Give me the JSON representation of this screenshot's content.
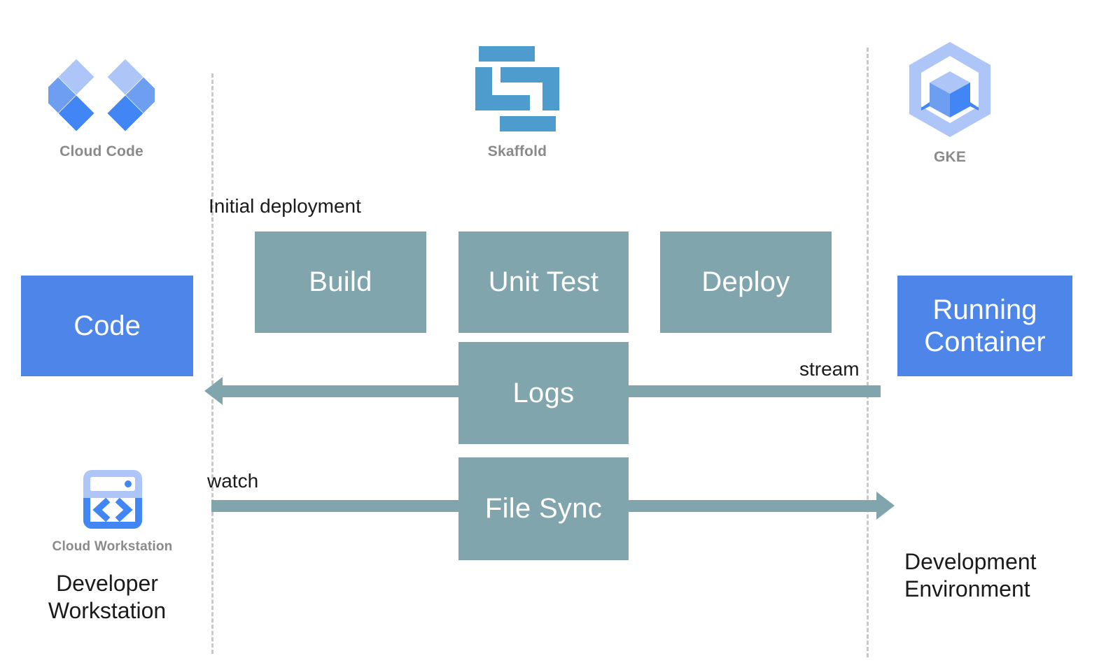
{
  "diagram": {
    "title": "Skaffold development loop with Cloud Code, Cloud Workstation and GKE",
    "colors": {
      "stage_fill": "#80a5ad",
      "endpoint_fill": "#4d86e8",
      "divider": "#c9c9c9",
      "logo_blue": "#4d86e8",
      "logo_blue_light": "#aec6f7",
      "skaffold_blue": "#4d9ccd",
      "caption_gray": "#8a8a8a",
      "text_dark": "#1b1b1b",
      "background": "#ffffff"
    }
  },
  "logos": [
    {
      "name": "Cloud Code",
      "icon": "cloud-code-icon"
    },
    {
      "name": "Skaffold",
      "icon": "skaffold-icon"
    },
    {
      "name": "GKE",
      "icon": "gke-icon"
    },
    {
      "name": "Cloud Workstation",
      "icon": "cloud-workstation-icon"
    }
  ],
  "endpoints": {
    "code": "Code",
    "running_container": "Running\nContainer"
  },
  "stages": {
    "build": "Build",
    "unit_test": "Unit Test",
    "deploy": "Deploy",
    "logs": "Logs",
    "file_sync": "File Sync"
  },
  "annotations": {
    "initial_deployment": "Initial deployment",
    "stream": "stream",
    "watch": "watch"
  },
  "environments": {
    "left": "Developer\nWorkstation",
    "right": "Development\nEnvironment"
  }
}
